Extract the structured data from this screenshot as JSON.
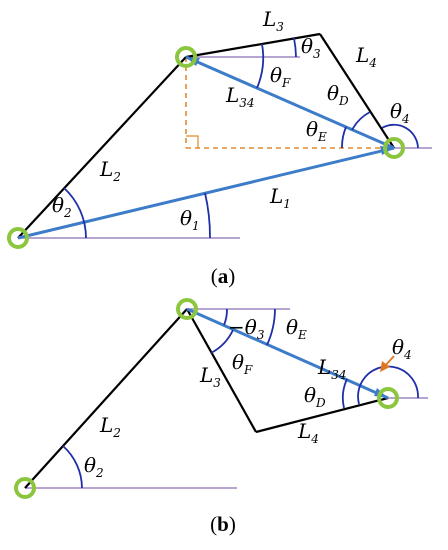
{
  "panel_a": {
    "caption": {
      "open": "(",
      "letter": "a",
      "close": ")"
    },
    "labels": {
      "L1": {
        "main": "L",
        "sub": "1"
      },
      "L2": {
        "main": "L",
        "sub": "2"
      },
      "L3": {
        "main": "L",
        "sub": "3"
      },
      "L4": {
        "main": "L",
        "sub": "4"
      },
      "L34": {
        "main": "L",
        "sub": "34"
      },
      "theta1": {
        "main": "θ",
        "sub": "1"
      },
      "theta2": {
        "main": "θ",
        "sub": "2"
      },
      "theta3": {
        "main": "θ",
        "sub": "3"
      },
      "theta4": {
        "main": "θ",
        "sub": "4"
      },
      "thetaD": {
        "main": "θ",
        "sub": "D"
      },
      "thetaE": {
        "main": "θ",
        "sub": "E"
      },
      "thetaF": {
        "main": "θ",
        "sub": "F"
      }
    }
  },
  "panel_b": {
    "caption": {
      "open": "(",
      "letter": "b",
      "close": ")"
    },
    "labels": {
      "L2": {
        "main": "L",
        "sub": "2"
      },
      "L3": {
        "main": "L",
        "sub": "3"
      },
      "L4": {
        "main": "L",
        "sub": "4"
      },
      "L34": {
        "main": "L",
        "sub": "34"
      },
      "theta2": {
        "main": "θ",
        "sub": "2"
      },
      "theta3": {
        "main": "−θ",
        "sub": "3"
      },
      "theta4": {
        "main": "θ",
        "sub": "4"
      },
      "thetaD": {
        "main": "θ",
        "sub": "D"
      },
      "thetaE": {
        "main": "θ",
        "sub": "E"
      },
      "thetaF": {
        "main": "θ",
        "sub": "F"
      }
    }
  },
  "colors": {
    "link": "#000000",
    "diagonal": "#3d7cc9",
    "joint": "#8cc63f",
    "reference": "#8a6fb5",
    "angle_arc": "#1f2fa8",
    "dashed": "#e08a2e",
    "pointer": "#e0761f"
  }
}
